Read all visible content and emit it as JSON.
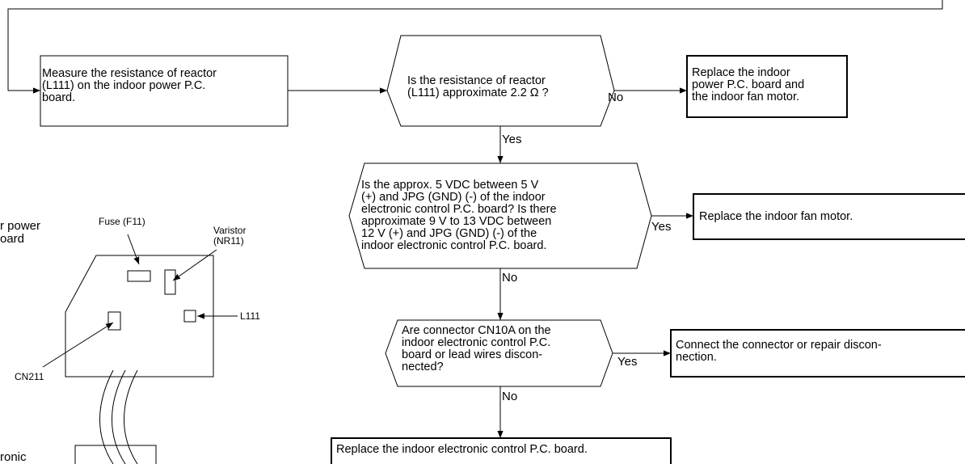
{
  "flowchart": {
    "measure_box": "Measure the resistance of reactor\n(L111) on the indoor power P.C.\nboard.",
    "decision_reactor": "Is the resistance of reactor\n(L111) approximate 2.2 Ω ?",
    "decision_reactor_no": "No",
    "decision_reactor_yes": "Yes",
    "replace_power_board": "Replace the indoor\npower P.C. board and\nthe indoor fan motor.",
    "decision_voltage": "Is the approx. 5 VDC between 5 V\n(+) and JPG (GND) (-) of the indoor\nelectronic control P.C. board? Is there\napproximate 9 V to 13 VDC between\n12 V (+) and JPG (GND) (-) of the\nindoor electronic control P.C. board.",
    "decision_voltage_yes": "Yes",
    "decision_voltage_no": "No",
    "replace_fan_motor": "Replace the indoor fan motor.",
    "decision_connector": "Are connector CN10A on the\nindoor electronic control P.C.\nboard or lead wires discon-\nnected?",
    "decision_connector_yes": "Yes",
    "decision_connector_no": "No",
    "connect_connector": "Connect the connector or repair discon-\nnection.",
    "replace_control_board": "Replace the indoor electronic control P.C. board."
  },
  "board_diagram": {
    "title_fragment": "r power\noard",
    "fuse_label": "Fuse (F11)",
    "varistor_label": "Varistor\n(NR11)",
    "l111_label": "L111",
    "cn211_label": "CN211",
    "bottom_fragment": "ronic"
  }
}
